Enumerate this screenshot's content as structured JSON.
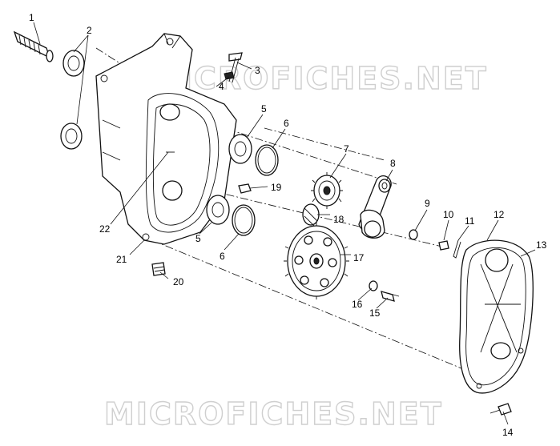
{
  "watermarks": [
    "MICROFICHES.NET",
    "MICROFICHES.NET"
  ],
  "callouts": [
    "1",
    "2",
    "3",
    "4",
    "5",
    "6",
    "7",
    "8",
    "9",
    "10",
    "11",
    "12",
    "13",
    "14",
    "15",
    "16",
    "17",
    "18",
    "19",
    "20",
    "21",
    "22",
    "5",
    "6"
  ],
  "colors": {
    "line": "#111111",
    "watermark": "#cfcfcf",
    "background": "#ffffff"
  }
}
